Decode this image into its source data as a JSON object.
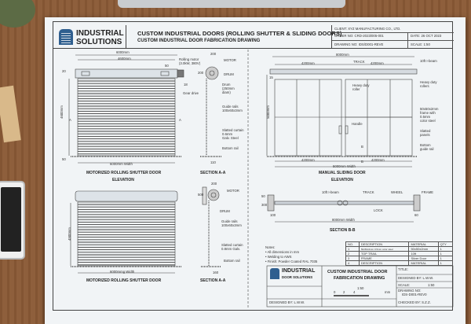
{
  "header": {
    "company_line1": "INDUSTRIAL",
    "company_line2": "SOLUTIONS",
    "title": "CUSTOM INDUSTRIAL DOORS (ROLLING SHUTTER & SLIDING DOORS)",
    "subtitle": "CUSTOM INDUSTRIAL DOOR FABRICATION DRAWING",
    "client": "CLIENT: XYZ MANUFACTURING CO., LTD.",
    "order_no": "ORDER NO: CRD-2023/005-001",
    "date": "DATE: 26 OCT 2023",
    "drawing_no": "DRAWING NO: IDS/D001-REVE",
    "scale": "SCALE: 1:50"
  },
  "rolling_elevation": {
    "dim_overall": "6000mm",
    "dim_inner": "4600mm",
    "dim_motor": "50",
    "dim_height": "4600mm",
    "dim_top": "20",
    "dim_bottom": "50",
    "dim_gear": "18",
    "motor_label": "Rolling motor (3.0kW, 380V)",
    "gear_label": "Gear drive",
    "width_label": "6000mm Width",
    "section_marker": "A",
    "title": "MOTORIZED ROLLING SHUTTER DOOR",
    "subtitle": "ELEVATION"
  },
  "section_aa_top": {
    "dim_top": "200",
    "dim_side": "200",
    "dim_bottom": "110",
    "motor": "MOTOR",
    "drum": "DRUM",
    "drum_note": [
      "Drum",
      "(250mm",
      "diam)"
    ],
    "guide_rails": [
      "Guide rails",
      "100x60x3mm"
    ],
    "curtain": [
      "Slatted curtain",
      "0.6mm",
      "Galv. Steel"
    ],
    "bottom_rail": "Bottom rail",
    "title": "SECTION A-A"
  },
  "sliding_elevation": {
    "dim_overall": "8000mm",
    "dim_left": "4200mm",
    "dim_right": "4200mm",
    "dim_height": "5000mm",
    "dim_side": "15",
    "track": "TRACK",
    "ibeam": "10ft I-beam",
    "rollers": [
      "Heavy duty",
      "rollers"
    ],
    "roller": [
      "Heavy duty",
      "roller"
    ],
    "handle": "Handle",
    "frame": [
      "50x50x2mm",
      "frame with",
      "0.5mm",
      "color steel"
    ],
    "panels": [
      "Slatted",
      "panels"
    ],
    "guide_rail": [
      "Bottom",
      "guide rail"
    ],
    "section_marker": "B",
    "bottom_left": "4200mm",
    "bottom_right": "4200mm",
    "width_label": "5000mm Width",
    "title": "MANUAL SLIDING DOOR",
    "subtitle": "ELEVATION"
  },
  "rolling_elevation_2": {
    "dim_height": "4500mm",
    "width_label": "6000mmg Width",
    "title": "MOTORIZED ROLLING SHUTTER DOOR"
  },
  "section_aa_bottom": {
    "dim_top": "200",
    "dim_side": "500",
    "dim_bottom": "160",
    "motor": "MOTOR",
    "drum": "DRUM",
    "guide_rails": [
      "Guide rails",
      "100x60x3mm"
    ],
    "curtain": [
      "Slatted curtain",
      "0.8mm Galv."
    ],
    "bottom_rail": "Bottom rail",
    "title": "SECTION A-A"
  },
  "section_bb": {
    "ibeam": "10ft I-beam",
    "track": "TRACK",
    "wheel": "WHEEL",
    "frame": "FRAME",
    "lock": "LOCK",
    "dim_top": "50",
    "dim_mid": "300",
    "dim_left": "100",
    "dim_right": "60",
    "width_label": "8000mm Width",
    "title": "SECTION B-B"
  },
  "notes": {
    "title": "Notes:",
    "items": [
      "• All dimensions in mm",
      "• Welding to AWS",
      "• Finish: Powder Coated RAL 7035"
    ]
  },
  "parts_table": {
    "headers": [
      "NO.",
      "DESCRIPTION",
      "MATERIAL",
      "QTY"
    ],
    "rows": [
      [
        "1",
        "50x50x2mm 0.5mm color steel",
        "50x50x2mm",
        "1"
      ],
      [
        "2",
        "TOP TRAIL",
        "10ft",
        "1"
      ],
      [
        "3",
        "FRAME",
        "Silver Door",
        "1"
      ],
      [
        "4",
        "DESCRIPTION",
        "MATERIAL",
        "1"
      ]
    ]
  },
  "title_block": {
    "logo_line1": "INDUSTRIAL",
    "logo_line2": "DOOR SOLUTIONS",
    "title_line1": "CUSTOM INDUSTRIAL DOOR",
    "title_line2": "FABRICATION DRAWING",
    "title_label": "TITLE:",
    "designed": "DESIGNED BY: L.W.W.",
    "scale_label": "SCALE:",
    "scale_value": "1:50",
    "drawing_no_label": "DRAWING NO:",
    "drawing_no": "IDS-D001-REV0",
    "checked": "CHECKED BY: S.Z.Z.",
    "designed_bottom": "DESIGNED BY: L.W.W.",
    "scale_bar": {
      "ticks": [
        "0",
        "2",
        "4"
      ],
      "label": "1:50",
      "unit": "mm"
    }
  },
  "colors": {
    "paper": "#f1f4f6",
    "line": "#333333",
    "logo_blue": "#2f5f8f",
    "desk": "#8a5a36"
  }
}
